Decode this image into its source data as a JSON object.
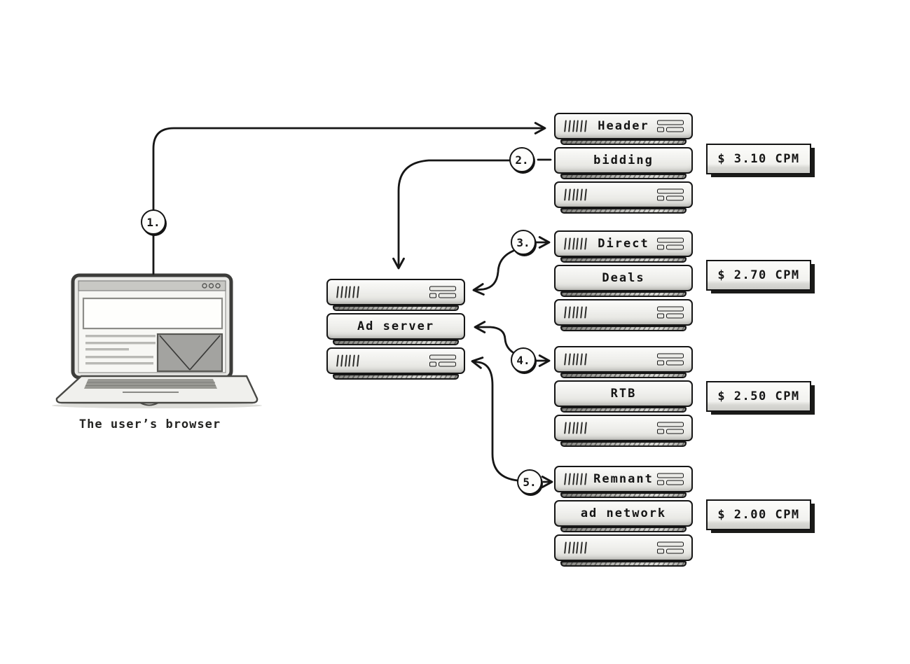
{
  "colors": {
    "ink": "#161616",
    "paper": "#ffffff",
    "server_fill": "#efefec",
    "tag_shadow": "#1b1b19",
    "ad_slot_fill": "#a3a3a0"
  },
  "browser": {
    "caption": "The user’s browser"
  },
  "ad_server": {
    "label": "Ad server"
  },
  "steps": [
    {
      "label": "1."
    },
    {
      "label": "2."
    },
    {
      "label": "3."
    },
    {
      "label": "4."
    },
    {
      "label": "5."
    }
  ],
  "channels": [
    {
      "line1": "Header",
      "line2": "bidding",
      "cpm": "$ 3.10 CPM"
    },
    {
      "line1": "Direct",
      "line2": "Deals",
      "cpm": "$ 2.70 CPM"
    },
    {
      "line1": "",
      "line2": "RTB",
      "cpm": "$ 2.50 CPM"
    },
    {
      "line1": "Remnant",
      "line2": "ad network",
      "cpm": "$ 2.00 CPM"
    }
  ]
}
